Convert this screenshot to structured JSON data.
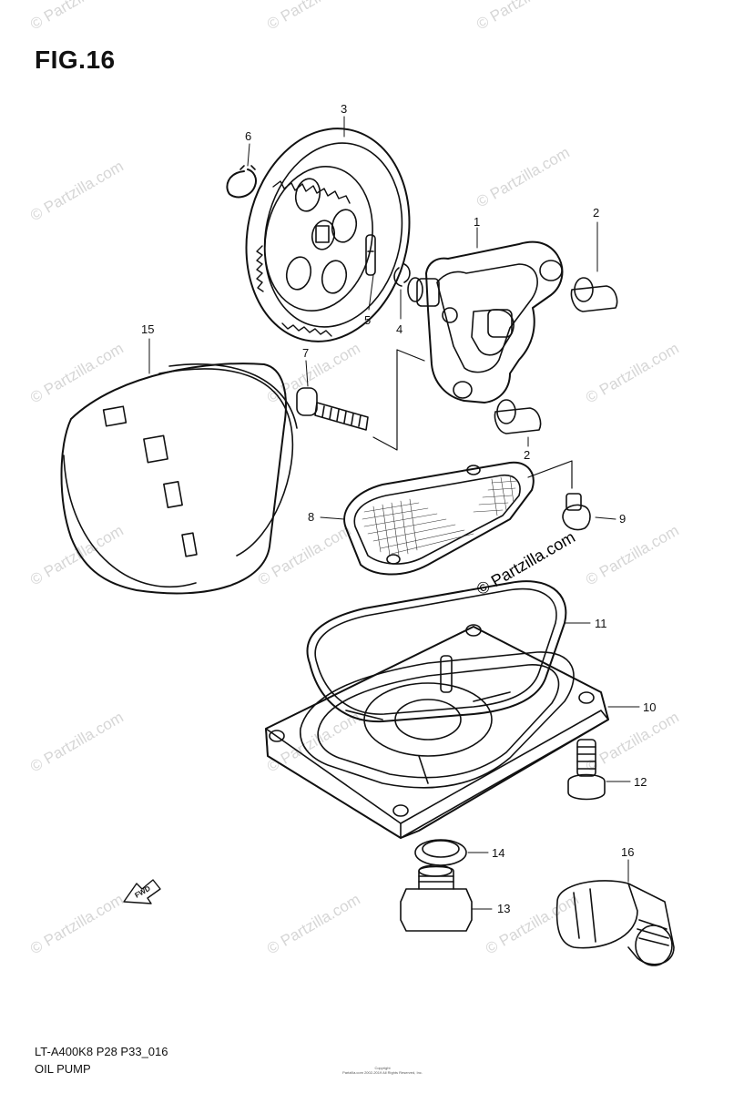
{
  "figure": {
    "title": "FIG.16",
    "model_code": "LT-A400K8 P28 P33_016",
    "section_name": "OIL PUMP"
  },
  "watermark_text": "© Partzilla.com",
  "stamp_text": "© Partzilla.com",
  "copyright_lines": [
    "Copyright",
    "Partzilla.com 2002-2019 All Rights Reserved, Inc."
  ],
  "fwd_label": "FWD",
  "callouts": [
    {
      "id": "1",
      "label": "1"
    },
    {
      "id": "2a",
      "label": "2"
    },
    {
      "id": "2b",
      "label": "2"
    },
    {
      "id": "3",
      "label": "3"
    },
    {
      "id": "4",
      "label": "4"
    },
    {
      "id": "5",
      "label": "5"
    },
    {
      "id": "6",
      "label": "6"
    },
    {
      "id": "7",
      "label": "7"
    },
    {
      "id": "8",
      "label": "8"
    },
    {
      "id": "9",
      "label": "9"
    },
    {
      "id": "10",
      "label": "10"
    },
    {
      "id": "11",
      "label": "11"
    },
    {
      "id": "12",
      "label": "12"
    },
    {
      "id": "13",
      "label": "13"
    },
    {
      "id": "14",
      "label": "14"
    },
    {
      "id": "15",
      "label": "15"
    },
    {
      "id": "16",
      "label": "16"
    }
  ]
}
